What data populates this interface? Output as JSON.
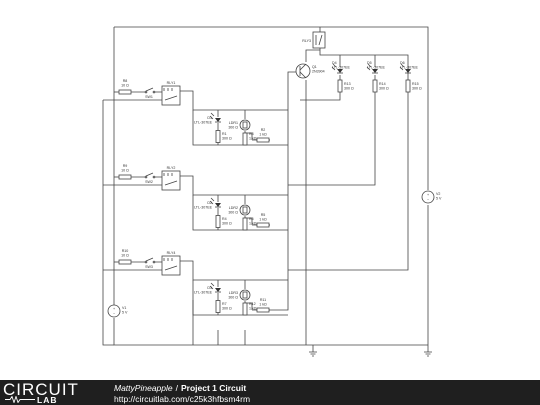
{
  "footer": {
    "logo_top": "CIRCUIT",
    "logo_bottom": "LAB",
    "author": "MattyPineapple",
    "separator": "/",
    "project_title": "Project 1 Circuit",
    "url": "http://circuitlab.com/c25k3hfbsm4rm"
  },
  "components": {
    "relay_main": "RLY3",
    "transistor": [
      "Q1",
      "2N3904"
    ],
    "indicator_leds": [
      {
        "name": "D4",
        "part": "LTL-307EE"
      },
      {
        "name": "D5",
        "part": "LTL-307EE"
      },
      {
        "name": "D6",
        "part": "LTL-307EE"
      }
    ],
    "indicator_resistors": [
      {
        "name": "R13",
        "value": "300 Ω"
      },
      {
        "name": "R14",
        "value": "300 Ω"
      },
      {
        "name": "R15",
        "value": "300 Ω"
      }
    ],
    "source_main": [
      "V2",
      "5 V"
    ],
    "source_input": [
      "V1",
      "5 V"
    ],
    "stages": [
      {
        "switch_resistor": [
          "R8",
          "10 Ω"
        ],
        "switch": "SW1",
        "relay": "RLY1",
        "led": [
          "D1",
          "LTL-307EE"
        ],
        "ldr": [
          "LDR1",
          "300 Ω"
        ],
        "r_left": [
          "R1",
          "300 Ω"
        ],
        "r_series": [
          "R2",
          "1 kΩ"
        ],
        "r_right": [
          "R3",
          "1 kΩ"
        ]
      },
      {
        "switch_resistor": [
          "R9",
          "10 Ω"
        ],
        "switch": "SW2",
        "relay": "RLY2",
        "led": [
          "D2",
          "LTL-307EE"
        ],
        "ldr": [
          "LDR2",
          "300 Ω"
        ],
        "r_left": [
          "R4",
          "300 Ω"
        ],
        "r_series": [
          "R5",
          "1 kΩ"
        ],
        "r_right": [
          "R6",
          "1 kΩ"
        ]
      },
      {
        "switch_resistor": [
          "R10",
          "10 Ω"
        ],
        "switch": "SW3",
        "relay": "RLY4",
        "led": [
          "D3",
          "LTL-307EE"
        ],
        "ldr": [
          "LDR3",
          "300 Ω"
        ],
        "r_left": [
          "R7",
          "300 Ω"
        ],
        "r_series": [
          "R11",
          "1 kΩ"
        ],
        "r_right": [
          "R12",
          "1 kΩ"
        ]
      }
    ]
  }
}
